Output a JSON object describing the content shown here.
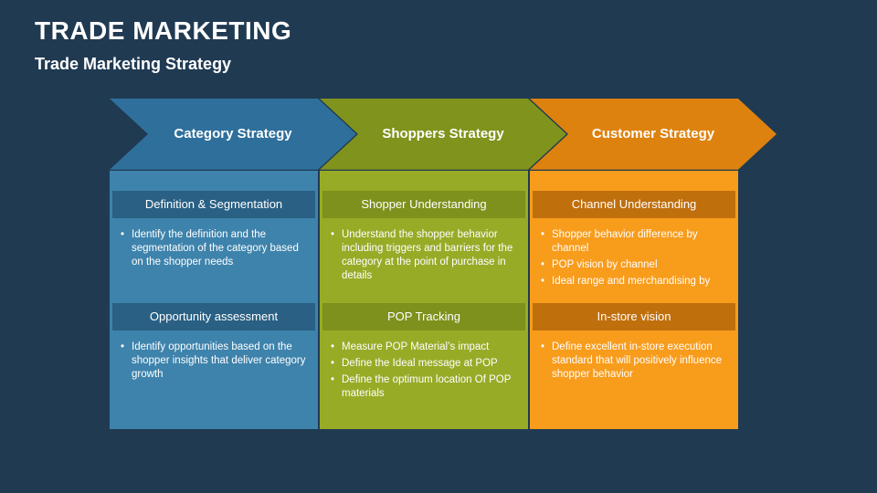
{
  "slide": {
    "title": "TRADE MARKETING",
    "subtitle": "Trade Marketing Strategy",
    "background_color": "#203A52"
  },
  "columns": [
    {
      "header": "Category Strategy",
      "colors": {
        "arrow": "#2F6F9B",
        "body": "#3E83AC",
        "section_bar": "#296084"
      },
      "sections": [
        {
          "title": "Definition & Segmentation",
          "bullets": [
            "Identify the definition and the segmentation of the category based on the shopper needs"
          ]
        },
        {
          "title": "Opportunity assessment",
          "bullets": [
            "Identify opportunities based on the shopper insights that deliver category growth"
          ]
        }
      ]
    },
    {
      "header": "Shoppers Strategy",
      "colors": {
        "arrow": "#80931C",
        "body": "#98AB27",
        "section_bar": "#7E911C"
      },
      "sections": [
        {
          "title": "Shopper Understanding",
          "bullets": [
            "Understand the shopper behavior including triggers and barriers for the category at the point of purchase in details"
          ]
        },
        {
          "title": "POP Tracking",
          "bullets": [
            "Measure POP Material’s impact",
            "Define the Ideal message at POP",
            "Define the optimum location Of POP materials"
          ]
        }
      ]
    },
    {
      "header": "Customer Strategy",
      "colors": {
        "arrow": "#DE820F",
        "body": "#F89C1C",
        "section_bar": "#C06F0D"
      },
      "sections": [
        {
          "title": "Channel Understanding",
          "bullets": [
            "Shopper behavior difference by channel",
            "POP vision by channel",
            "Ideal range and merchandising by"
          ]
        },
        {
          "title": "In-store vision",
          "bullets": [
            "Define excellent in-store execution standard that will positively influence shopper behavior"
          ]
        }
      ]
    }
  ]
}
